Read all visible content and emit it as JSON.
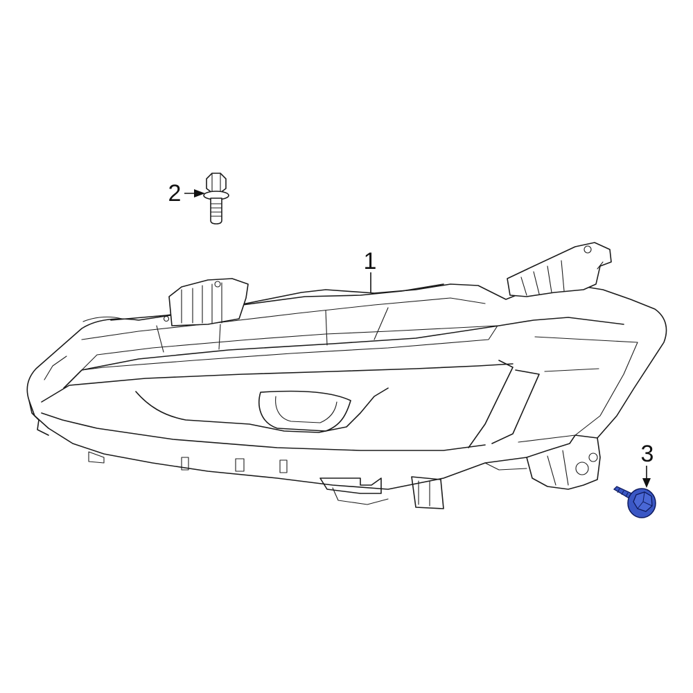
{
  "callouts": [
    {
      "id": "headlamp",
      "label": "1"
    },
    {
      "id": "bolt",
      "label": "2"
    },
    {
      "id": "flange-bolt",
      "label": "3"
    }
  ],
  "colors": {
    "line": "#1a1a1a",
    "background": "#ffffff",
    "highlight_part": "#3a57c4",
    "highlight_outline": "#0e1a5c"
  }
}
